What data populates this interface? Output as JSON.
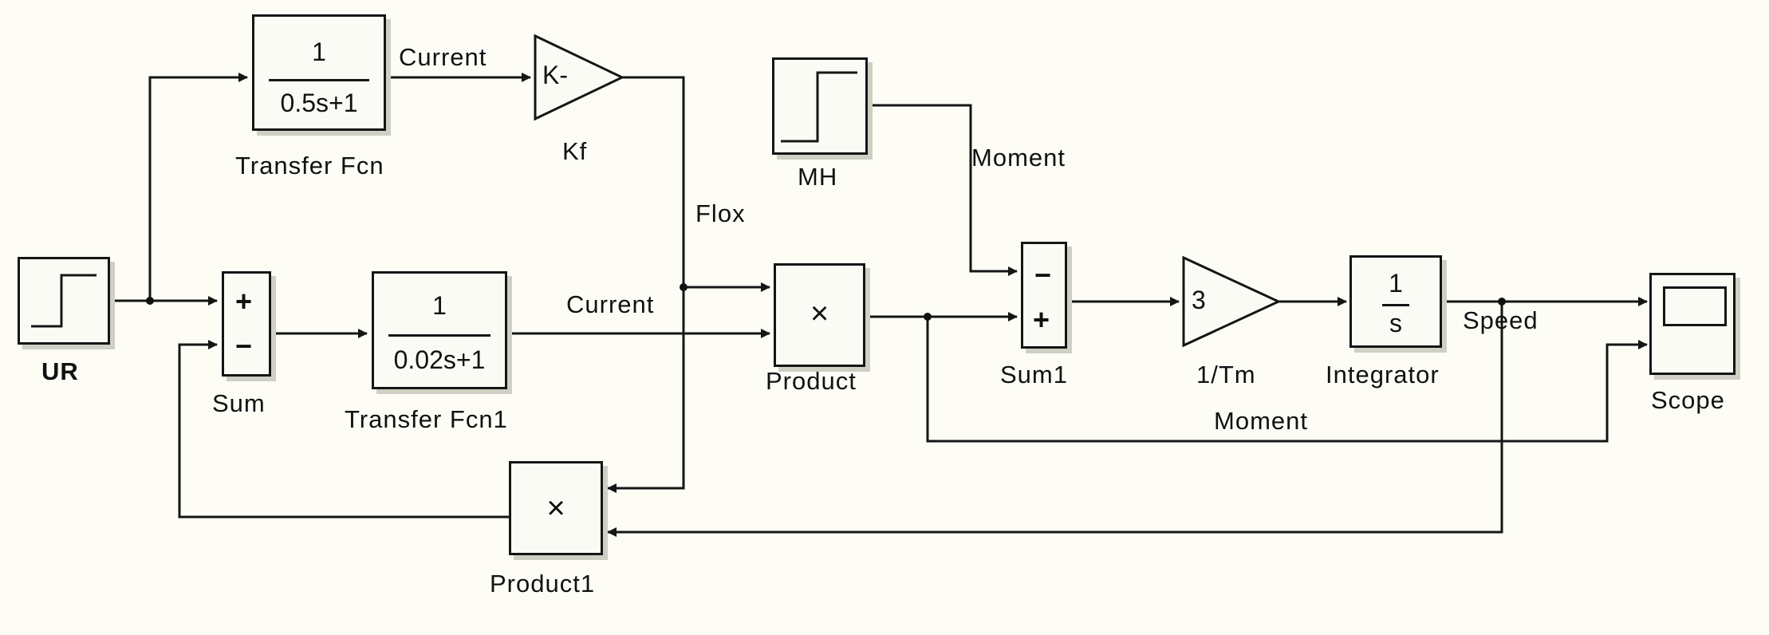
{
  "colors": {
    "stroke": "#151515",
    "background": "#fdfdf6"
  },
  "blocks": {
    "ur": {
      "caption": "UR"
    },
    "transfer_fcn": {
      "num": "1",
      "den": "0.5s+1",
      "caption": "Transfer Fcn"
    },
    "kf": {
      "gain": "K-",
      "caption": "Kf"
    },
    "mh": {
      "caption": "MH"
    },
    "sum": {
      "top_sign": "+",
      "bottom_sign": "−",
      "caption": "Sum"
    },
    "transfer_fcn1": {
      "num": "1",
      "den": "0.02s+1",
      "caption": "Transfer Fcn1"
    },
    "product": {
      "op": "×",
      "caption": "Product"
    },
    "sum1": {
      "top_sign": "−",
      "bottom_sign": "+",
      "caption": "Sum1"
    },
    "tm": {
      "gain": "3",
      "caption": "1/Tm"
    },
    "integrator": {
      "num": "1",
      "den": "s",
      "caption": "Integrator"
    },
    "scope": {
      "caption": "Scope"
    },
    "product1": {
      "op": "×",
      "caption": "Product1"
    }
  },
  "signals": {
    "current_top": "Current",
    "flox": "Flox",
    "moment_mh": "Moment",
    "current_mid": "Current",
    "speed": "Speed",
    "moment_bottom": "Moment"
  }
}
